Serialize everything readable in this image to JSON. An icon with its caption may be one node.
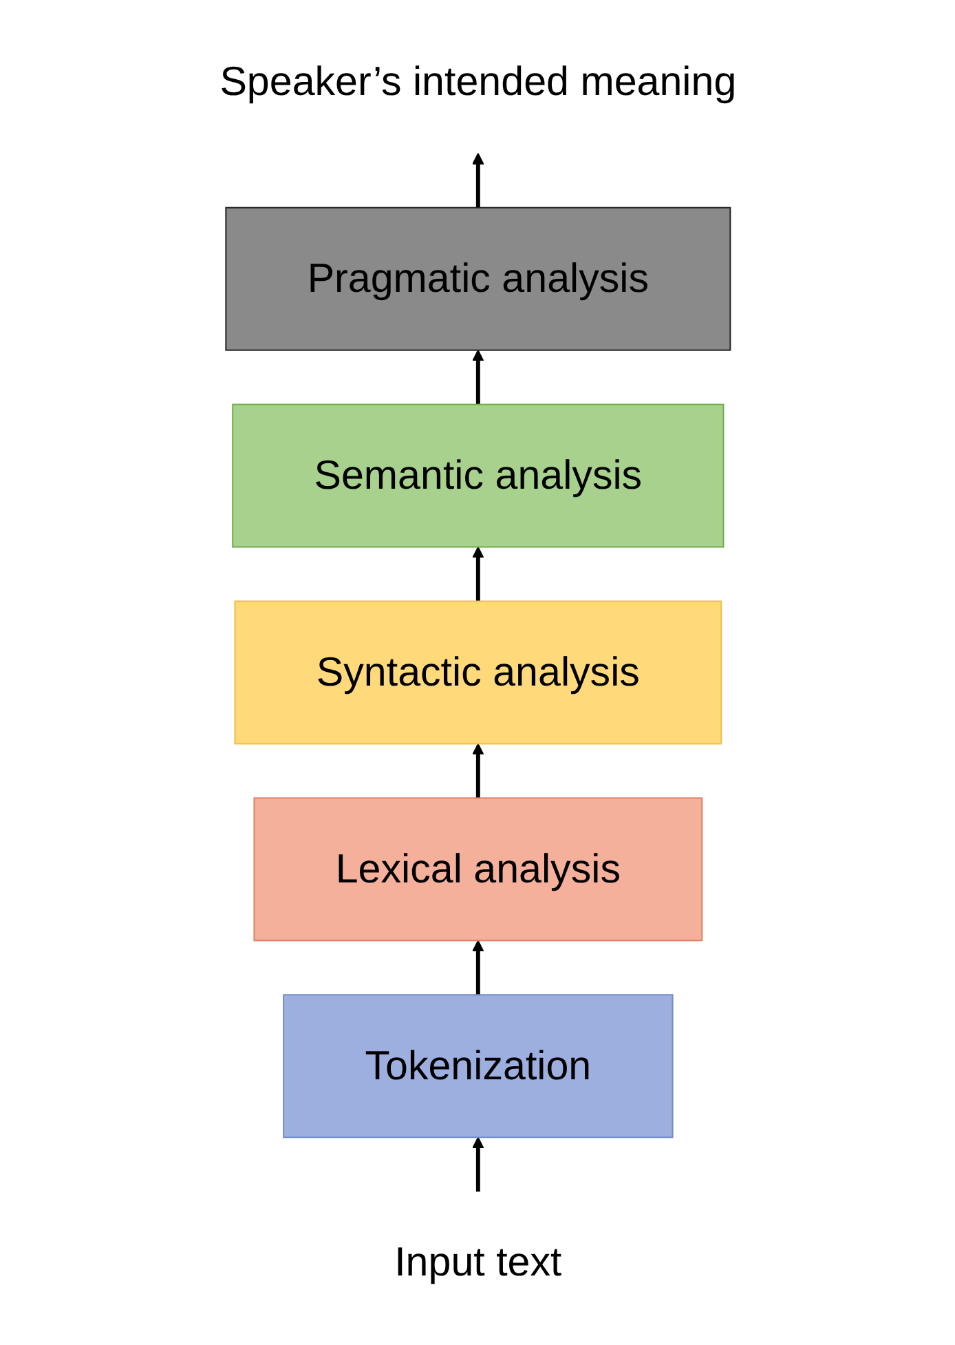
{
  "diagram": {
    "nodes": [
      {
        "text": [
          "Speaker’s intended meaning"
        ]
      },
      {
        "text": [
          "Pragmatic analysis"
        ]
      },
      {
        "text": [
          "Semantic analysis"
        ]
      },
      {
        "text": [
          "Syntactic analysis"
        ]
      },
      {
        "text": [
          "Lexical analysis"
        ]
      },
      {
        "text": [
          "Tokenization"
        ]
      },
      {
        "text": [
          "Input text"
        ]
      }
    ],
    "edges": [
      {
        "from": 6,
        "to": 5,
        "arrow": "to"
      },
      {
        "from": 5,
        "to": 4,
        "arrow": "to"
      },
      {
        "from": 4,
        "to": 3,
        "arrow": "to"
      },
      {
        "from": 3,
        "to": 2,
        "arrow": "to"
      },
      {
        "from": 2,
        "to": 1,
        "arrow": "to"
      },
      {
        "from": 1,
        "to": 0,
        "arrow": "to"
      }
    ]
  }
}
